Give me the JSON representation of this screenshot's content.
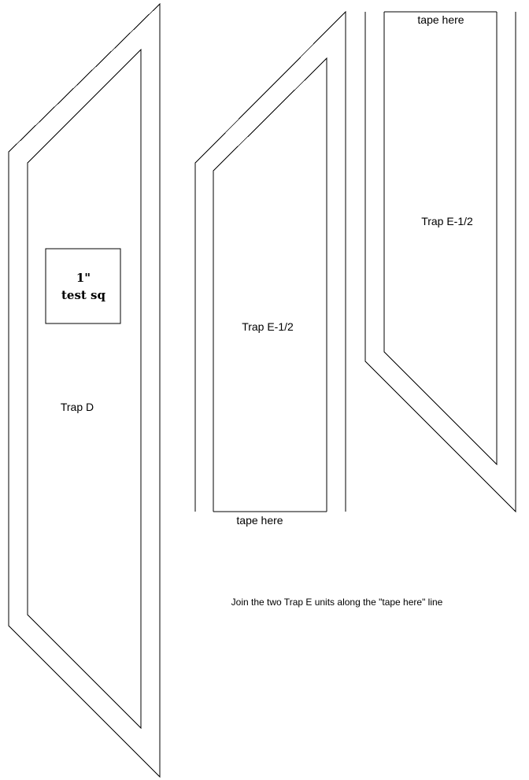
{
  "pieces": {
    "trap_d": {
      "label": "Trap D"
    },
    "trap_e_left": {
      "label": "Trap E-1/2",
      "tape_label": "tape here"
    },
    "trap_e_right": {
      "label": "Trap E-1/2",
      "tape_label": "tape here"
    }
  },
  "test_square": {
    "line1": "1\"",
    "line2": "test sq"
  },
  "instruction": "Join the two Trap E units along the \"tape here\" line"
}
